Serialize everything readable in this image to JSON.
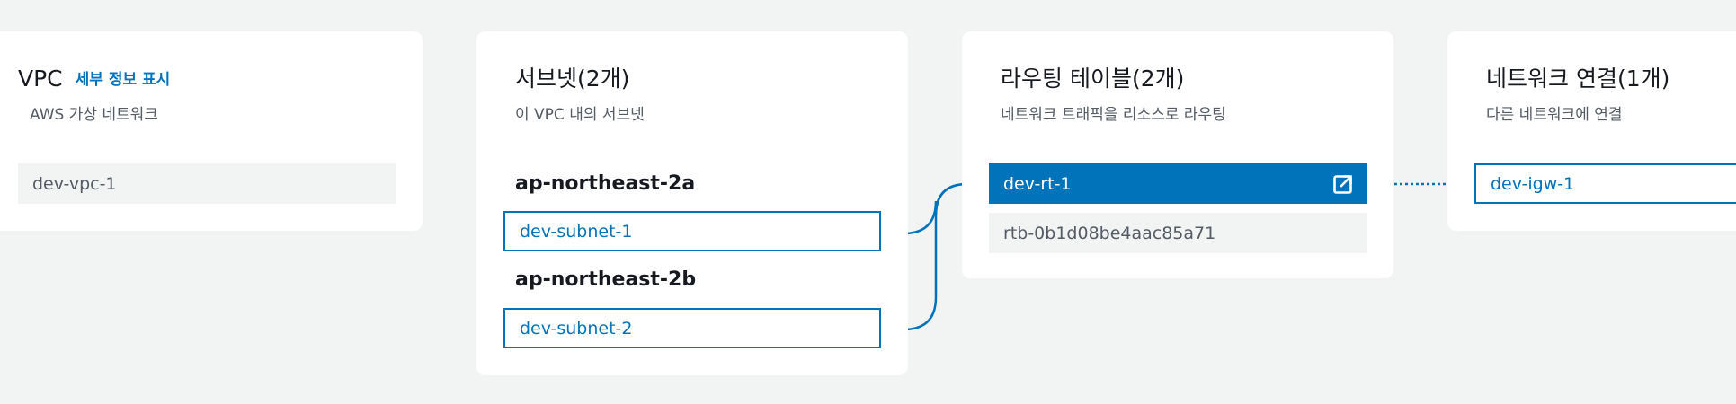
{
  "vpc": {
    "title": "VPC",
    "info_link": "세부 정보 표시",
    "subtitle": "AWS 가상 네트워크",
    "name": "dev-vpc-1"
  },
  "subnets": {
    "title": "서브넷(2개)",
    "subtitle": "이 VPC 내의 서브넷",
    "zones": [
      {
        "az": "ap-northeast-2a",
        "subnet": "dev-subnet-1"
      },
      {
        "az": "ap-northeast-2b",
        "subnet": "dev-subnet-2"
      }
    ]
  },
  "route_tables": {
    "title": "라우팅 테이블(2개)",
    "subtitle": "네트워크 트래픽을 리소스로 라우팅",
    "selected": "dev-rt-1",
    "selected_icon": "external-link-icon",
    "secondary": "rtb-0b1d08be4aac85a71"
  },
  "network_connections": {
    "title": "네트워크 연결(1개)",
    "subtitle": "다른 네트워크에 연결",
    "items": [
      "dev-igw-1"
    ]
  },
  "colors": {
    "background": "#f2f3f3",
    "card": "#ffffff",
    "accent": "#0073bb",
    "text": "#16191f",
    "muted": "#545b64"
  }
}
